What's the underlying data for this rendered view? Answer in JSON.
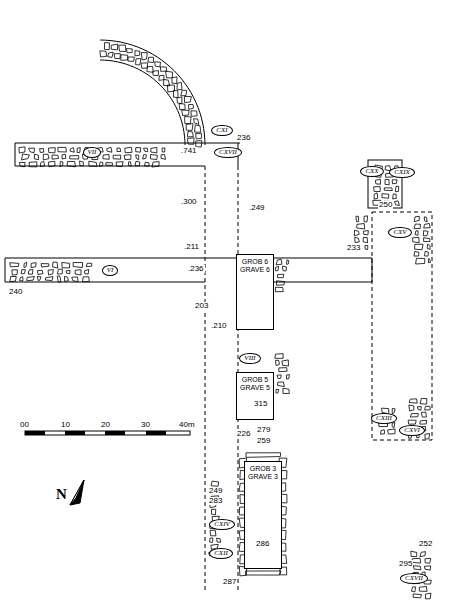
{
  "diagram": {
    "nodes": [
      {
        "text": [
          "CXI"
        ]
      },
      {
        "text": [
          "CXVII"
        ]
      },
      {
        "text": [
          "VII"
        ]
      },
      {
        "text": [
          "CXX"
        ]
      },
      {
        "text": [
          "CXIX"
        ]
      },
      {
        "text": [
          "CXV"
        ]
      },
      {
        "text": [
          "VI"
        ]
      },
      {
        "text": [
          "GROB 6",
          "GRAVE 6"
        ]
      },
      {
        "text": [
          "VIII"
        ]
      },
      {
        "text": [
          "GROB 5",
          "GRAVE 5"
        ]
      },
      {
        "text": [
          "CXIII"
        ]
      },
      {
        "text": [
          "CXVI"
        ]
      },
      {
        "text": [
          "GROB 3",
          "GRAVE 3"
        ]
      },
      {
        "text": [
          "CXIV"
        ]
      },
      {
        "text": [
          "CXII"
        ]
      },
      {
        "text": [
          "CXVII"
        ]
      }
    ],
    "labels": [
      ".741",
      "236",
      ".300",
      ".249",
      ".211",
      ".236",
      "240",
      "233",
      "203",
      ".210",
      "315",
      "226",
      "279",
      "259",
      "286",
      "249",
      "283",
      "287",
      "252",
      "295",
      "250",
      "00",
      "10",
      "20",
      "30",
      "40m",
      "N"
    ]
  }
}
